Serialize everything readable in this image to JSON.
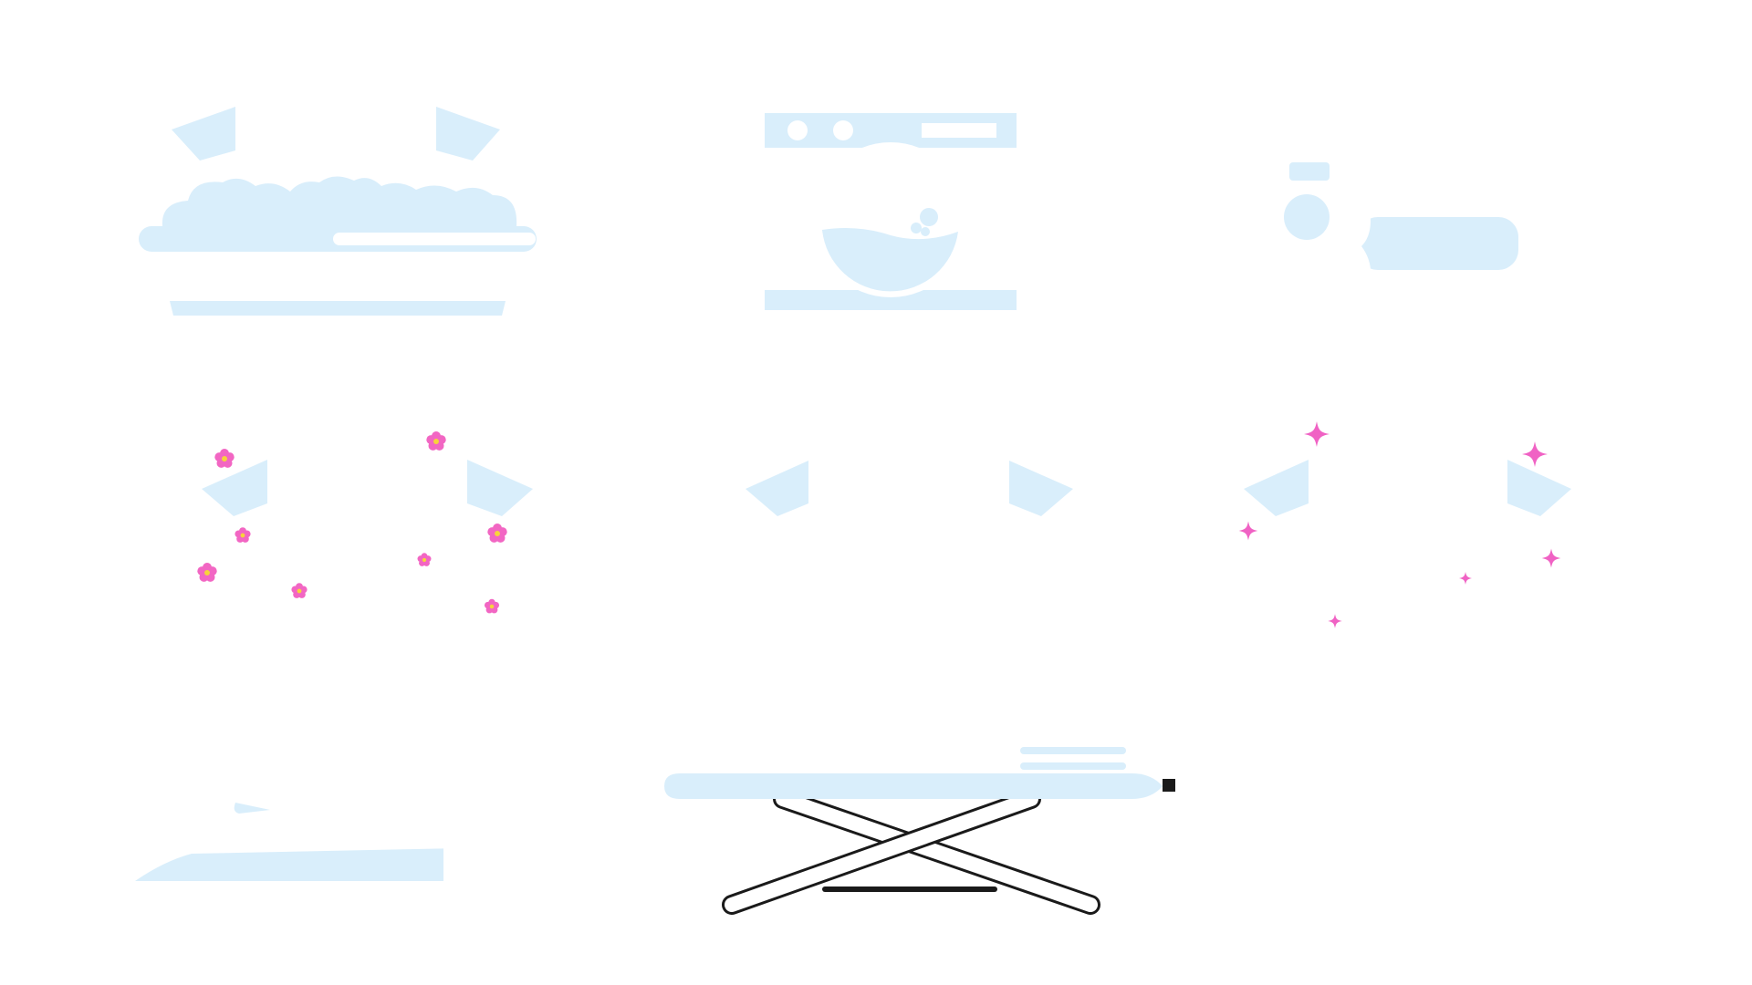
{
  "palette": {
    "line": "#1a1a1a",
    "fill": "#ffffff",
    "tint": "#d9eefb",
    "flower": "#f266c3",
    "flower_center": "#f7d33b",
    "sparkle": "#f062c4"
  },
  "icons": [
    {
      "name": "washing-basin-icon",
      "row": 1,
      "col": 1
    },
    {
      "name": "washing-machine-icon",
      "row": 1,
      "col": 2
    },
    {
      "name": "detergent-icon",
      "row": 1,
      "col": 3
    },
    {
      "name": "fresh-tshirt-icon",
      "row": 2,
      "col": 1
    },
    {
      "name": "clothesline-tshirt-icon",
      "row": 2,
      "col": 2
    },
    {
      "name": "hanger-tshirt-icon",
      "row": 2,
      "col": 3
    },
    {
      "name": "steam-iron-icon",
      "row": 3,
      "col": 1
    },
    {
      "name": "ironing-board-icon",
      "row": 3,
      "col": 2
    },
    {
      "name": "folded-clothes-icon",
      "row": 3,
      "col": 3
    }
  ]
}
